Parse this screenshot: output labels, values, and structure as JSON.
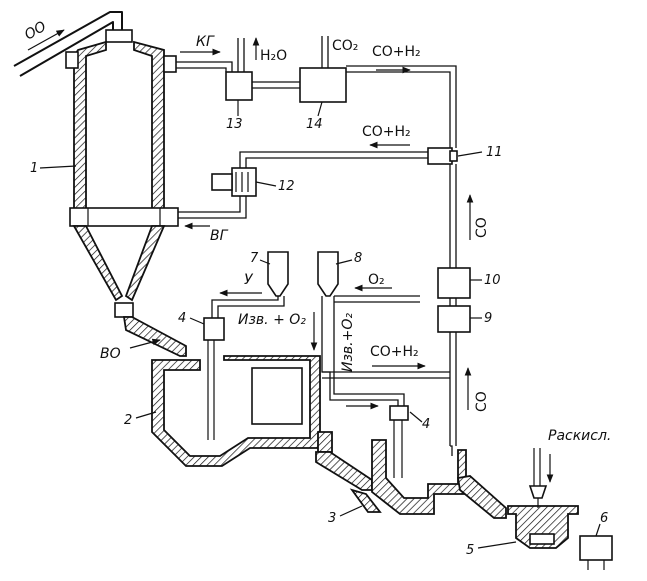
{
  "labels": {
    "oo": "ОО",
    "kg": "КГ",
    "h2o": "H₂O",
    "co2": "CO₂",
    "co_h2_top": "CO+H₂",
    "co_h2_mid": "CO+H₂",
    "co_h2_low": "CO+H₂",
    "co_right_top": "CO",
    "co_right_low": "CO",
    "vg": "ВГ",
    "u": "У",
    "o2": "O₂",
    "izv_o2_horiz": "Изв. + O₂",
    "izv_o2_vert": "Изв.+O₂",
    "vo": "ВО",
    "raskisl": "Раскисл."
  },
  "numbers": {
    "n1": "1",
    "n2": "2",
    "n3": "3",
    "n4a": "4",
    "n4b": "4",
    "n5": "5",
    "n6": "6",
    "n7": "7",
    "n8": "8",
    "n9": "9",
    "n10": "10",
    "n11": "11",
    "n12": "12",
    "n13": "13",
    "n14": "14"
  }
}
